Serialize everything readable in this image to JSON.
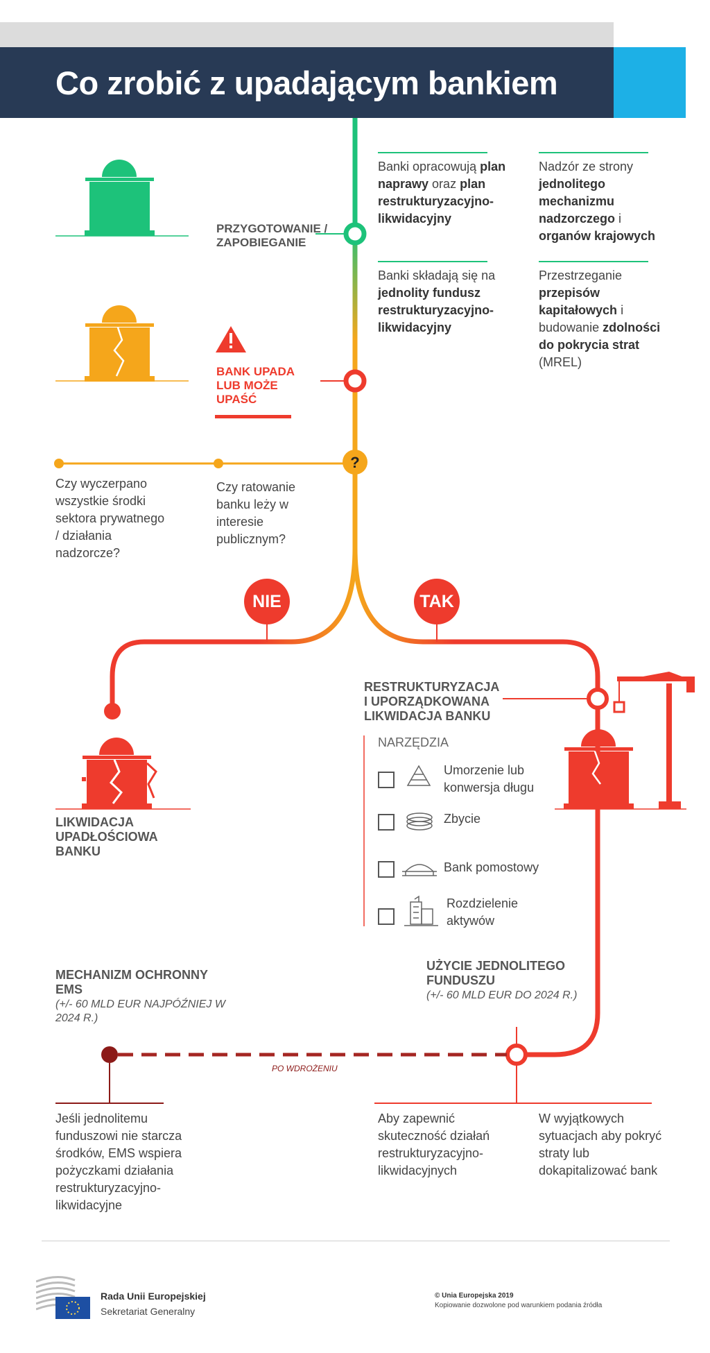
{
  "header": {
    "title": "Co zrobić z upadającym bankiem"
  },
  "colors": {
    "green": "#1dc27a",
    "orange": "#f5a61b",
    "red": "#ee3b2d",
    "darkred": "#8c1a18",
    "navy": "#283a55",
    "blue": "#1db0e6"
  },
  "stages": {
    "prevention": "PRZYGOTOWANIE / ZAPOBIEGANIE",
    "failing": "BANK UPADA LUB MOŻE UPAŚĆ"
  },
  "prevention_info": {
    "col1_a_pre": "Banki opracowują",
    "col1_a_b1": "plan naprawy",
    "col1_a_mid": "oraz",
    "col1_a_b2": "plan restrukturyzacyjno-likwidacyjny",
    "col2_a_pre": "Nadzór ze strony",
    "col2_a_b1": "jednolitego mechanizmu nadzorczego",
    "col2_a_mid": "i",
    "col2_a_b2": "organów krajowych",
    "col1_b_pre": "Banki składają się na",
    "col1_b_b1": "jednolity fundusz restrukturyzacyjno-likwidacyjny",
    "col2_b_pre": "Przestrzeganie",
    "col2_b_b1": "przepisów kapitałowych",
    "col2_b_mid": "i budowanie",
    "col2_b_b2": "zdolności do pokrycia strat",
    "col2_b_post": "(MREL)"
  },
  "questions": {
    "q_icon": "?",
    "q1": "Czy wyczerpano wszystkie środki sektora prywatnego / działania nadzorcze?",
    "q2": "Czy ratowanie banku leży w interesie publicznym?"
  },
  "branches": {
    "no": "NIE",
    "yes": "TAK"
  },
  "liquidation": {
    "label": "LIKWIDACJA UPADŁOŚCIOWA BANKU"
  },
  "resolution": {
    "label": "RESTRUKTURYZACJA I UPORZĄDKOWANA LIKWIDACJA BANKU",
    "tools_heading": "NARZĘDZIA",
    "tools": [
      {
        "label": "Umorzenie lub konwersja długu",
        "icon": "pyramid-icon"
      },
      {
        "label": "Zbycie",
        "icon": "coins-icon"
      },
      {
        "label": "Bank pomostowy",
        "icon": "bridge-icon"
      },
      {
        "label": "Rozdzielenie aktywów",
        "icon": "buildings-icon"
      }
    ]
  },
  "ems": {
    "heading": "MECHANIZM OCHRONNY EMS",
    "sub": "(+/- 60 MLD EUR NAJPÓŹNIEJ W 2024 R.)",
    "text": "Jeśli jednolitemu funduszowi nie starcza środków, EMS wspiera pożyczkami działania restrukturyzacyjno-likwidacyjne",
    "link_label": "PO WDROŻENIU"
  },
  "fund": {
    "heading": "UŻYCIE JEDNOLITEGO FUNDUSZU",
    "sub": "(+/- 60 MLD EUR DO 2024 R.)",
    "text1": "Aby zapewnić skuteczność działań restrukturyzacyjno-likwidacyjnych",
    "text2": "W wyjątkowych sytuacjach aby pokryć straty lub dokapitalizować bank"
  },
  "footer": {
    "org_name": "Rada Unii Europejskiej",
    "org_sub": "Sekretariat Generalny",
    "copyright": "© Unia Europejska 2019",
    "license": "Kopiowanie dozwolone pod warunkiem podania źródła"
  }
}
